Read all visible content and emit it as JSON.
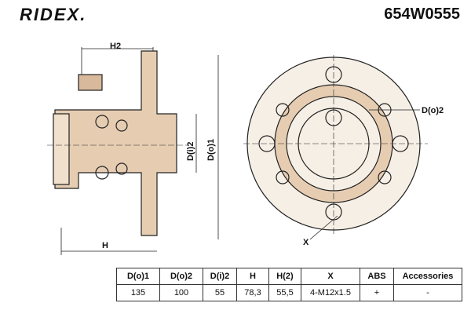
{
  "brand": "RIDEX.",
  "part_number": "654W0555",
  "diagram_labels": {
    "h2": "H2",
    "di2": "D(i)2",
    "do1": "D(o)1",
    "h": "H",
    "do2": "D(o)2",
    "x": "X"
  },
  "table": {
    "headers": [
      "D(o)1",
      "D(o)2",
      "D(i)2",
      "H",
      "H(2)",
      "X",
      "ABS",
      "Accessories"
    ],
    "values": [
      "135",
      "100",
      "55",
      "78,3",
      "55,5",
      "4-M12x1.5",
      "+",
      "-"
    ]
  }
}
